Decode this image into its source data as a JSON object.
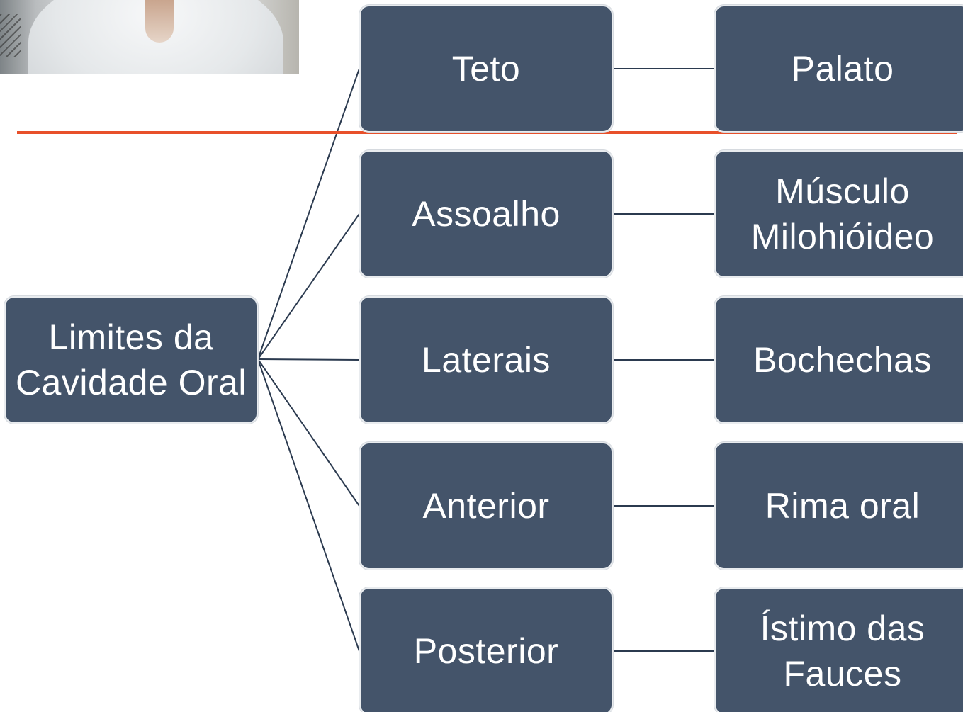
{
  "diagram": {
    "root": {
      "label": "Limites da\nCavidade Oral"
    },
    "branches": [
      {
        "label": "Teto",
        "detail": "Palato"
      },
      {
        "label": "Assoalho",
        "detail": "Músculo\nMilohióideo"
      },
      {
        "label": "Laterais",
        "detail": "Bochechas"
      },
      {
        "label": "Anterior",
        "detail": "Rima oral"
      },
      {
        "label": "Posterior",
        "detail": "Ístimo das\nFauces"
      }
    ]
  },
  "colors": {
    "node_fill": "#44546a",
    "node_text": "#ffffff",
    "connector": "#2b3a4f",
    "divider": "#e8502a"
  },
  "webcam": {
    "visible": true
  }
}
